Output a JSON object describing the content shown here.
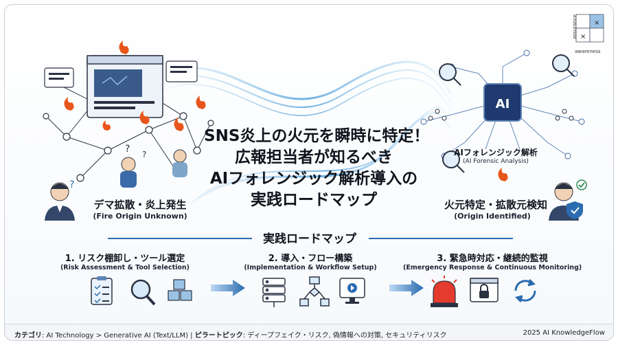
{
  "title_lines": [
    "SNS炎上の火元を瞬時に特定！",
    "広報担当者が知るべき",
    "AIフォレンジック解析導入の",
    "実践ロードマップ"
  ],
  "left_panel": {
    "label": "デマ拡散・炎上発生",
    "sublabel": "(Fire Origin Unknown)"
  },
  "right_panel": {
    "ai_chip_text": "AI",
    "ai_label": "AIフォレンジック解析",
    "ai_sublabel": "(AI Forensic Analysis)",
    "label": "火元特定・拡散元検知",
    "sublabel": "(Origin Identified)"
  },
  "matrix": {
    "y_axis": "assurance",
    "x_axis": "awareness",
    "marker": "×",
    "highlight_color": "#9cc3e6"
  },
  "roadmap": {
    "title": "実践ロードマップ",
    "steps": [
      {
        "label": "1. リスク棚卸し・ツール選定",
        "sublabel": "(Risk Assessment & Tool Selection)",
        "icons": [
          "checklist-icon",
          "magnifier-icon",
          "cubes-icon"
        ]
      },
      {
        "label": "2. 導入・フロー構築",
        "sublabel": "(Implementation & Workflow Setup)",
        "icons": [
          "server-icon",
          "flowchart-icon",
          "monitor-icon"
        ]
      },
      {
        "label": "3. 緊急時対応・継続的監視",
        "sublabel": "(Emergency Response & Continuous Monitoring)",
        "icons": [
          "alarm-icon",
          "lock-window-icon",
          "refresh-icon"
        ]
      }
    ]
  },
  "footer": {
    "category_label": "カテゴリ",
    "category_value": ": AI Technology > Generative AI (Text/LLM) | ",
    "pillar_label": "ピラートピック",
    "pillar_value": ": ディープフェイク・リスク, 偽情報への対策, セキュリティリスク",
    "credit": "2025 AI KnowledgeFlow"
  },
  "colors": {
    "accent": "#2b6cb0",
    "fire": "#e8561c",
    "chip": "#1e3a6e"
  }
}
